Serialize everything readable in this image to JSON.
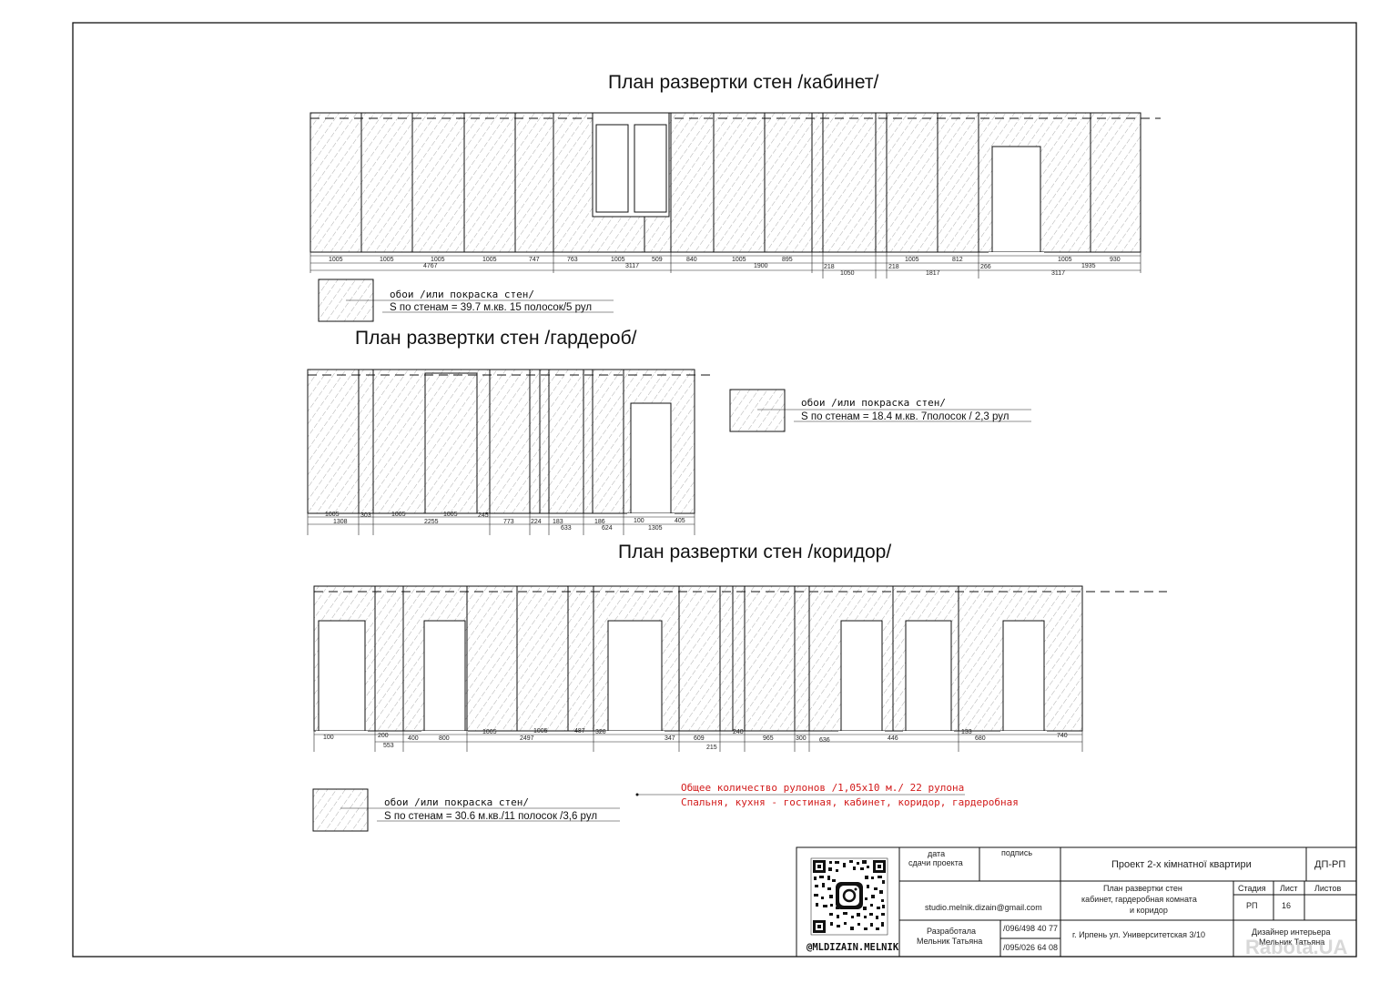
{
  "sections": [
    {
      "id": "cabinet",
      "title": "План развертки стен /кабинет/",
      "dims_row1": [
        "1005",
        "1005",
        "1005",
        "1005",
        "747",
        "763",
        "1005",
        "509",
        "840",
        "1005",
        "895",
        "218",
        "218",
        "1005",
        "812",
        "266",
        "1005",
        "930"
      ],
      "dims_row2": [
        "4767",
        "3117",
        "1900",
        "1050",
        "1817",
        "3117",
        "1935"
      ],
      "legend_line1": "обои /или покраска стен/",
      "legend_line2": "S по стенам = 39.7 м.кв. 15 полосок/5 рул"
    },
    {
      "id": "wardrobe",
      "title": "План развертки стен /гардероб/",
      "dims_row1": [
        "1005",
        "303",
        "1005",
        "1005",
        "245",
        "773",
        "224",
        "183",
        "186",
        "100",
        "405"
      ],
      "dims_row2": [
        "1308",
        "2255",
        "633",
        "624",
        "1305"
      ],
      "legend_line1": "обои /или покраска стен/",
      "legend_line2": "S по стенам = 18.4 м.кв. 7полосок / 2,3 рул"
    },
    {
      "id": "corridor",
      "title": "План развертки стен /коридор/",
      "dims_row1": [
        "100",
        "200",
        "400",
        "800",
        "1005",
        "1005",
        "487",
        "320",
        "347",
        "609",
        "240",
        "965",
        "300",
        "636",
        "446",
        "133",
        "740"
      ],
      "dims_row2": [
        "553",
        "2497",
        "215",
        "680"
      ],
      "legend_line1": "обои /или покраска стен/",
      "legend_line2": "S по стенам = 30.6 м.кв./11 полосок /3,6 рул"
    }
  ],
  "note": {
    "line1": "Общее количество рулонов /1,05х10 м./ 22 рулона",
    "line2": "Спальня, кухня - гостиная, кабинет, коридор, гардеробная",
    "color": "#d21a1a"
  },
  "stamp": {
    "handle": "@MLDIZAIN.MELNIK",
    "date_label_1": "дата",
    "date_label_2": "сдачи проекта",
    "signature_label": "подпись",
    "project_title": "Проект 2-х кімнатної квартири",
    "code": "ДП-РП",
    "sheet_title_1": "План развертки стен",
    "sheet_title_2": "кабинет, гардеробная комната",
    "sheet_title_3": "и коридор",
    "stage_label": "Стадия",
    "stage_value": "РП",
    "sheet_label": "Лист",
    "sheet_value": "16",
    "sheets_label": "Листов",
    "email": "studio.melnik.dizain@gmail.com",
    "developed_label": "Разработала",
    "developed_name": "Мельник Татьяна",
    "phone_1": "/096/498 40 77",
    "phone_2": "/095/026 64 08",
    "address": "г. Ирпень ул. Университетская 3/10",
    "designer_role": "Дизайнер интерьера",
    "designer_name": "Мельник Татьяна"
  },
  "watermark": "Rabota.UA"
}
